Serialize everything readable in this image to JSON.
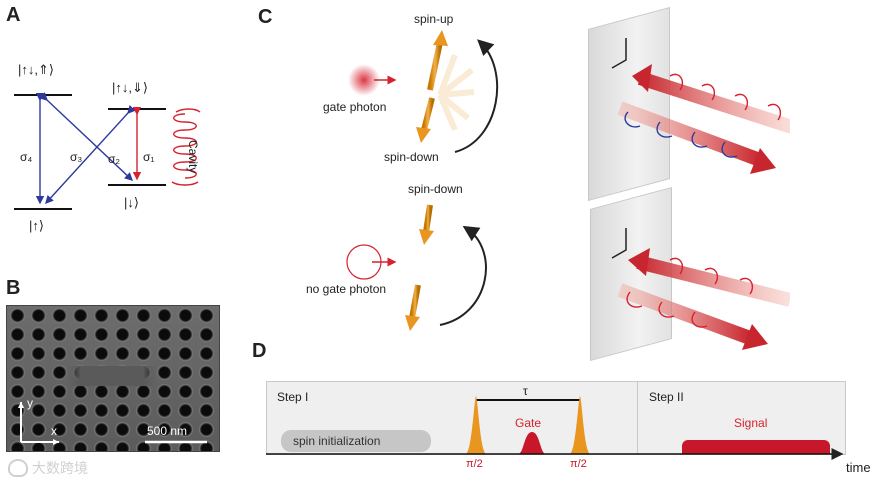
{
  "panels": {
    "a": "A",
    "b": "B",
    "c": "C",
    "d": "D"
  },
  "panel_a": {
    "states": {
      "excited_left": "|↑↓,⇑⟩",
      "excited_right": "|↑↓,⇓⟩",
      "ground_left": "|↑⟩",
      "ground_right": "|↓⟩"
    },
    "transitions": {
      "s4": "σ₄",
      "s3": "σ₃",
      "s2": "σ₂",
      "s1": "σ₁"
    },
    "cavity": "Cavity"
  },
  "panel_b": {
    "scalebar": "500 nm",
    "axis_x": "x",
    "axis_y": "y"
  },
  "panel_c": {
    "top": {
      "spin_up": "spin-up",
      "spin_down": "spin-down",
      "gate_photon": "gate photon"
    },
    "bottom": {
      "spin_down": "spin-down",
      "no_gate_photon": "no gate photon"
    }
  },
  "panel_d": {
    "step1": "Step I",
    "step2": "Step II",
    "tau": "τ",
    "gate": "Gate",
    "signal": "Signal",
    "spin_init": "spin initialization",
    "pi2_left": "π/2",
    "pi2_right": "π/2",
    "time": "time"
  },
  "watermark": "大数跨境",
  "colors": {
    "red": "#d6212e",
    "blue": "#2d3a9c",
    "orange": "#e8961f",
    "gray": "#c6c6c6"
  }
}
